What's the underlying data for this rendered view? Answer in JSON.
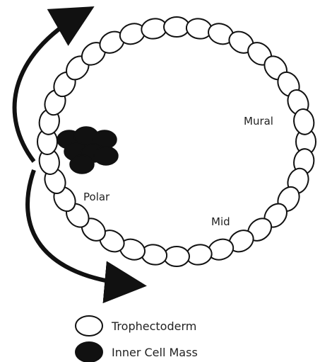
{
  "colors": {
    "trophectoderm_fill": "#ffffff",
    "cell_outline": "#111111",
    "inner_cell_mass_fill": "#111111",
    "arrow": "#111111"
  },
  "regions": {
    "polar": "Polar",
    "mural": "Mural",
    "mid": "Mid"
  },
  "arrows": [
    {
      "name": "upper-arrow",
      "direction": "up"
    },
    {
      "name": "lower-arrow",
      "direction": "down"
    }
  ],
  "legend": [
    {
      "label": "Trophectoderm",
      "fill": "trophectoderm",
      "icon": "hollow-oval-icon"
    },
    {
      "label": "Inner Cell Mass",
      "fill": "inner-cell-mass",
      "icon": "filled-oval-icon"
    }
  ]
}
